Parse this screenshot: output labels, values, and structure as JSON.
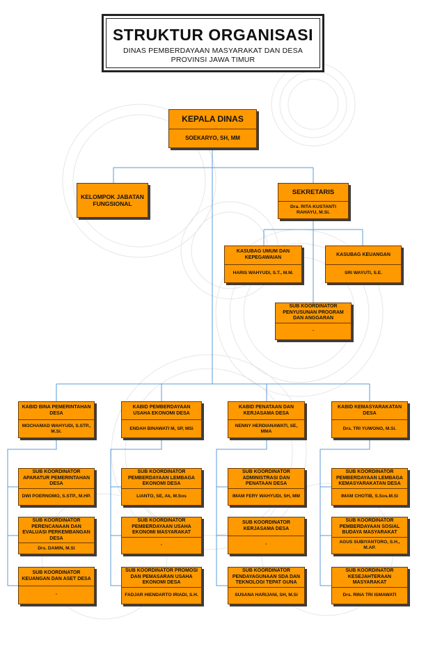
{
  "header": {
    "title": "STRUKTUR ORGANISASI",
    "subtitle_line1": "DINAS PEMBERDAYAAN MASYARAKAT DAN DESA",
    "subtitle_line2": "PROVINSI JAWA TIMUR"
  },
  "colors": {
    "box_fill": "#ff9900",
    "box_border": "#6b3a00",
    "line": "#5b9bd5",
    "shadow": "#3d3d3d"
  },
  "top": {
    "kepala": {
      "title": "KEPALA DINAS",
      "name": "SOEKARYO, SH, MM"
    },
    "kelompok": {
      "title": "KELOMPOK JABATAN FUNGSIONAL"
    },
    "sekretaris": {
      "title": "SEKRETARIS",
      "name": "Dra. RITA KUSTANTI RAHAYU, M.Si."
    }
  },
  "secretariat": {
    "kasubag_umum": {
      "title": "KASUBAG UMUM DAN KEPEGAWAIAN",
      "name": "HARIS WAHYUDI, S.T., M.M."
    },
    "kasubag_keuangan": {
      "title": "KASUBAG KEUANGAN",
      "name": "SRI WAYUTI, S.E."
    },
    "sub_penyusunan": {
      "title": "SUB KOORDINATOR PENYUSUNAN PROGRAM DAN ANGGARAN",
      "name": "-"
    }
  },
  "divisions": [
    {
      "kabid": {
        "title": "KABID BINA PEMERINTAHAN DESA",
        "name": "MOCHAMAD WAHYUDI, S.STP., M.Si."
      },
      "subs": [
        {
          "title": "SUB KOORDINATOR APARATUR PEMERINTAHAN DESA",
          "name": "DWI POERNOMO, S.STP., M.HP."
        },
        {
          "title": "SUB KOORDINATOR PERENCANAAN DAN EVALUASI PERKEMBANGAN DESA",
          "name": "Drs. DAMIN, M.Si"
        },
        {
          "title": "SUB KOORDINATOR KEUANGAN DAN ASET DESA",
          "name": "-"
        }
      ]
    },
    {
      "kabid": {
        "title": "KABID PEMBERDAYAAN USAHA EKONOMI DESA",
        "name": "ENDAH BINAWATI M, SP, MSi"
      },
      "subs": [
        {
          "title": "SUB KOORDINATOR PEMBERDAYAAN LEMBAGA EKONOMI DESA",
          "name": "LIANTO, SE, Ak, M.Sos"
        },
        {
          "title": "SUB KOORDINATOR PEMBERDAYAAN USAHA EKONOMI MASYARAKAT",
          "name": "-"
        },
        {
          "title": "SUB KOORDINATOR PROMOSI DAN PEMASARAN USAHA EKONOMI DESA",
          "name": "FADJAR HIENDARTO IRIADI, S.H."
        }
      ]
    },
    {
      "kabid": {
        "title": "KABID PENATAAN DAN KERJASAMA DESA",
        "name": "NENNY HERDIANAWATI, SE, MMA"
      },
      "subs": [
        {
          "title": "SUB KOORDINATOR ADMINISTRASI DAN PENATAAN DESA",
          "name": "IMAM FERY WAHYUDI, SH, MM"
        },
        {
          "title": "SUB KOORDINATOR KERJASAMA DESA",
          "name": "-"
        },
        {
          "title": "SUB KOORDINATOR PENDAYAGUNAAN SDA DAN TEKNOLOGI TEPAT GUNA",
          "name": "SUSANA HARIJANI, SH, M.Si"
        }
      ]
    },
    {
      "kabid": {
        "title": "KABID KEMASYARAKATAN DESA",
        "name": "Drs. TRI YUWONO, M.Si."
      },
      "subs": [
        {
          "title": "SUB KOORDINATOR PEMBERDAYAAN LEMBAGA KEMASYARAKATAN DESA",
          "name": "IMAM CHOTIB, S.Sos.M.Si"
        },
        {
          "title": "SUB KOORDINATOR PEMBERDAYAAN SOSIAL BUDAYA MASYARAKAT",
          "name": "AGUS SUBIYANTORO, S.H., M.AP."
        },
        {
          "title": "SUB KOORDINATOR KESEJAHTERAAN MASYARAKAT",
          "name": "Drs. RINA TRI ISMAWATI"
        }
      ]
    }
  ]
}
